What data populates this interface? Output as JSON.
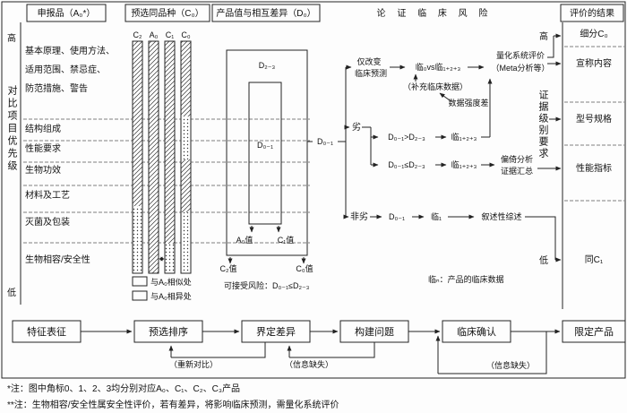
{
  "header": {
    "col1": "申报品（A₀*）",
    "col2": "预选同品种（C₀）",
    "col3": "产品值与相互差异（D₀）",
    "col4": "论 证 临 床 风 险",
    "col5": "评价的结果"
  },
  "left_axis": {
    "high": "高",
    "label": "对比项目优先级",
    "low": "低"
  },
  "items": {
    "i1a": "基本原理、使用方法、",
    "i1b": "适用范围、禁忌症、",
    "i1c": "防范措施、警告",
    "i2": "结构组成",
    "i3": "性能要求",
    "i4": "生物功效",
    "i5": "材料及工艺",
    "i6": "灭菌及包装",
    "i7": "生物相容/安全性"
  },
  "bars": {
    "b1": "C₂",
    "b2": "A₀",
    "b3": "C₁",
    "b4": "C₀"
  },
  "dbox": {
    "d23": "D₂₋₃",
    "d01": "D₀₋₁",
    "a0v": "A₀值",
    "c1v": "C₁值",
    "c2v": "C₂值",
    "c0v": "C₀值"
  },
  "flow": {
    "d01": "D₀₋₁",
    "onlya": "仅改变",
    "onlyb": "临床预测",
    "lin0vs": "临₀vs临₁₊₂₊₃",
    "metaa": "量化系统评价",
    "metab": "（Meta分析等）",
    "supp": "（补充临床数据）",
    "gap": "数据强度差",
    "inf": "劣",
    "gt": "D₀₋₁>D₂₋₃",
    "lin123a": "临₁₊₂₊₃",
    "le": "D₀₋₁≤D₂₋₃",
    "lin123b": "临₁₊₂₊₃",
    "biasa": "偏倚分析",
    "biasb": "证据汇总",
    "noninf": "非劣",
    "d01b": "D₀₋₁",
    "lin1": "临₁",
    "narr": "叙述性综述"
  },
  "right_axis": {
    "high": "高",
    "label": "证据级别要求",
    "low": "低"
  },
  "results": {
    "r1": "细分C₀",
    "r2": "宣称内容",
    "r3": "型号规格",
    "r4": "性能指标",
    "r5": "同C₁"
  },
  "legend": {
    "similar": "与A₀相似处",
    "different": "与A₀相异处",
    "risk": "可接受风险：D₀₋₁≤D₂₋₃",
    "linnote": "临ₙ：产品的临床数据"
  },
  "process": {
    "s1": "特征表征",
    "s2": "预选排序",
    "s3": "界定差异",
    "s4": "构建问题",
    "s5": "临床确认",
    "s6": "限定产品",
    "fb1": "（重新对比）",
    "fb2": "（信息缺失）",
    "fb3": "（信息缺失）"
  },
  "notes": {
    "n1": "*注：图中角标0、1、2、3均分别对应A₀、C₁、C₂、C₃产品",
    "n2": "**注：生物相容/安全性属安全性评价，若有差异，将影响临床预测，需量化系统评价"
  }
}
